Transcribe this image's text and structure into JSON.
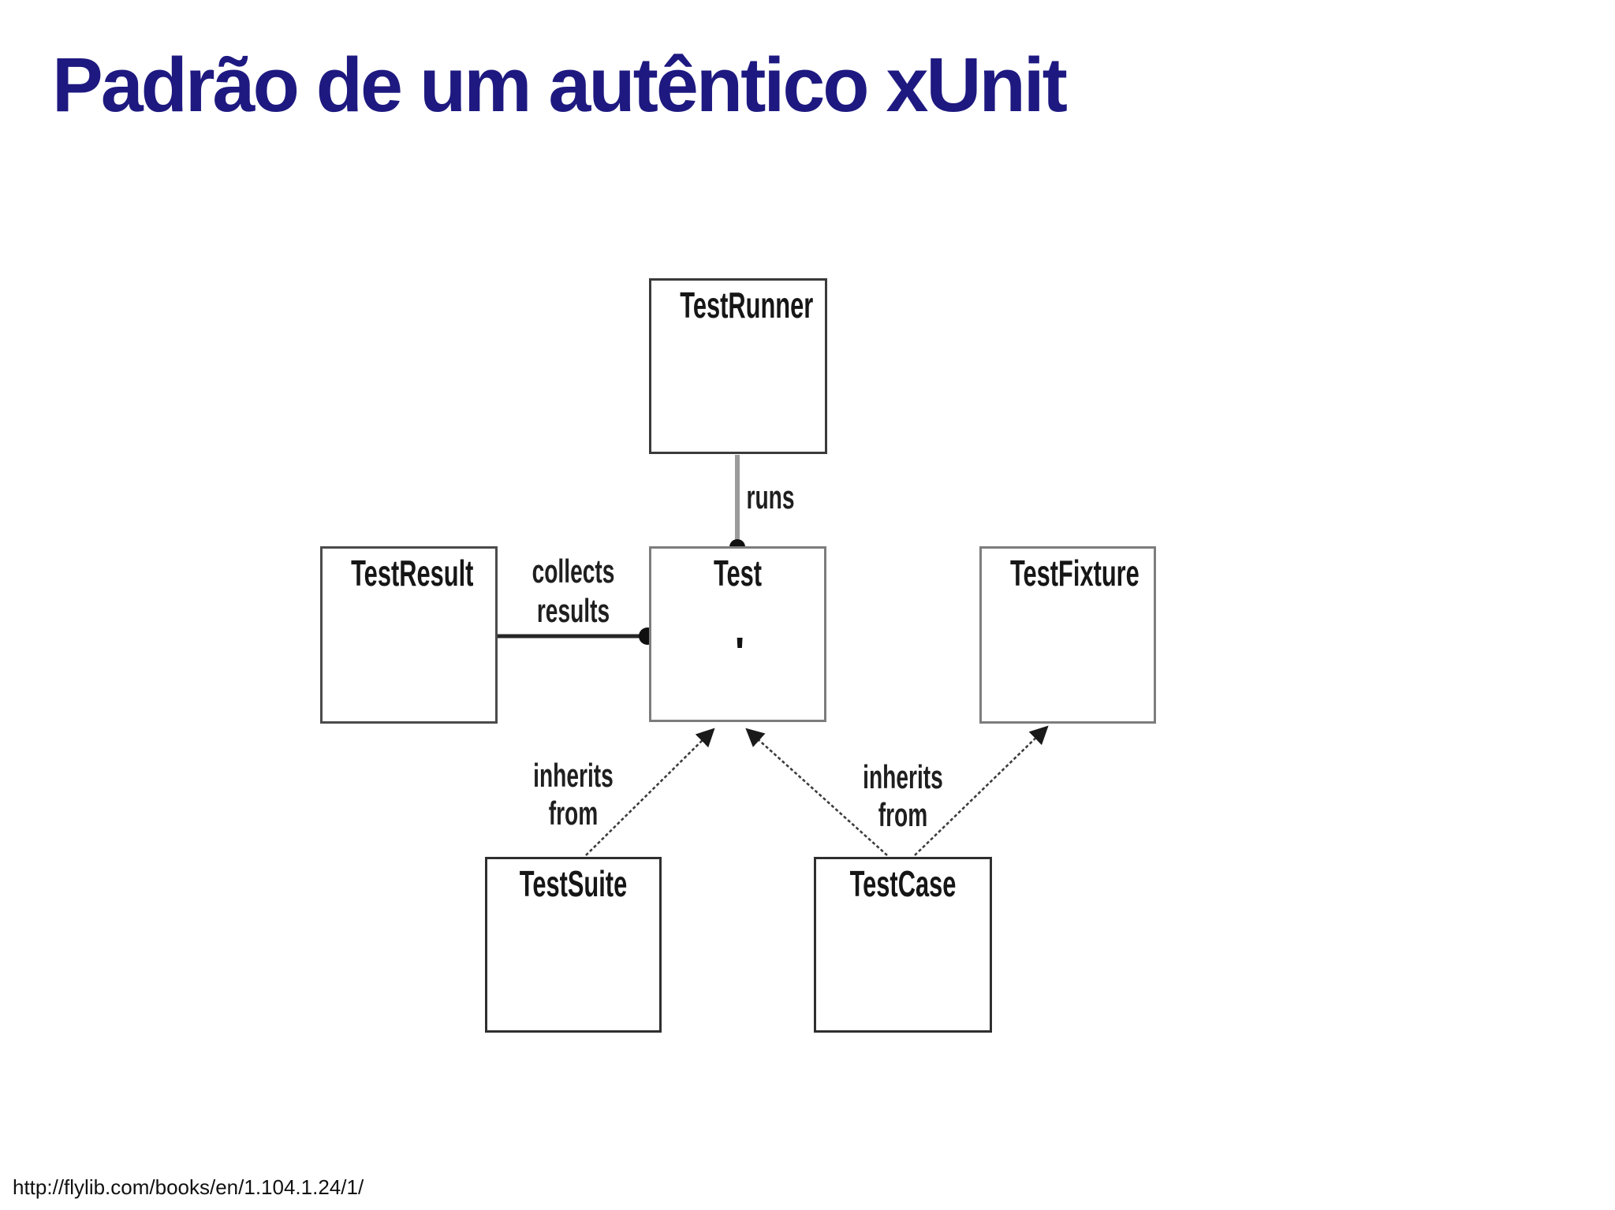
{
  "slide": {
    "title": "Padrão de um autêntico xUnit",
    "source_url": "http://flylib.com/books/en/1.104.1.24/1/",
    "background_color": "#ffffff",
    "title_color": "#1e1980"
  },
  "diagram": {
    "nodes": {
      "testrunner": {
        "label": "TestRunner"
      },
      "testresult": {
        "label": "TestResult"
      },
      "test": {
        "label": "Test",
        "stray_mark": "'"
      },
      "testfixture": {
        "label": "TestFixture"
      },
      "testsuite": {
        "label": "TestSuite"
      },
      "testcase": {
        "label": "TestCase"
      }
    },
    "edges": {
      "runs": {
        "label": "runs",
        "from": "TestRunner",
        "to": "Test",
        "line_color": "#9b9b9b"
      },
      "collects_results": {
        "label_line1": "collects",
        "label_line2": "results",
        "from": "TestResult",
        "to": "Test",
        "line_color": "#262626"
      },
      "inherits_left": {
        "label_line1": "inherits",
        "label_line2": "from",
        "from": "TestSuite",
        "to": "Test",
        "line_color": "#3c3c3c"
      },
      "inherits_right": {
        "label_line1": "inherits",
        "label_line2": "from",
        "from": "TestCase",
        "to": "Test",
        "line_color": "#3c3c3c"
      },
      "testcase_to_testfixture": {
        "from": "TestCase",
        "to": "TestFixture",
        "line_color": "#3c3c3c"
      }
    }
  }
}
